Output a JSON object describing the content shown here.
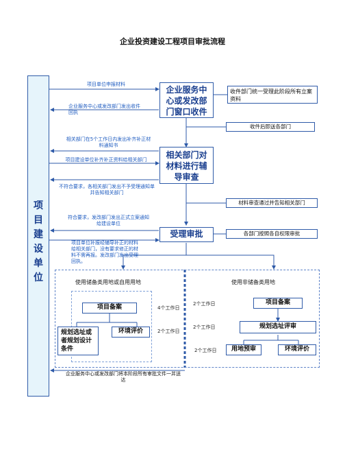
{
  "title": "企业投资建设工程项目审批流程",
  "left_column": {
    "chars": [
      "项",
      "目",
      "建",
      "设",
      "单",
      "位"
    ]
  },
  "main_boxes": {
    "service_center": "企业服务中心或发改部门窗口收件",
    "review": "相关部门对材料进行辅导审查",
    "accept": "受理审批"
  },
  "right_boxes": {
    "unified_accept": "收件部门统一受理此阶段所有立案资料",
    "forward": "收件后即送各部门",
    "notify": "材料审查通过并告知相关部门",
    "by_authority": "各部门按照各自权限审批"
  },
  "annotations": {
    "submit_materials": "项目单位申报材料",
    "receipt": "企业服务中心或发改部门发出收件回执",
    "supplement_notice": "相关部门在5个工作日内发出补齐补正材料通知书",
    "resubmit": "项目建设单位补齐补正资料给相关部门",
    "reject": "不符合要求，各相关部门发出不予受理通知单并告知相关部门",
    "accept_notice": "符合要求，发改部门发出正式立案通知给建设单位",
    "followup": "项目单位补报经辅导补正的材料给相关部门，没有要求修正的材料不需再报。发改部门发出受理回执。",
    "final": "企业服务中心或发改部门将本阶段所有审批文件一并送达"
  },
  "left_section": {
    "heading": "使用储备类用地或自用用地",
    "record": "项目备案",
    "planning": "规划选址或者规划设计条件",
    "env": "环境评价",
    "days1": "4个工作日",
    "days2": "2个工作日"
  },
  "right_section": {
    "heading": "使用非储备类用地",
    "record": "项目备案",
    "planning_review": "规划选址评审",
    "land_pre": "用地预审",
    "env": "环境评价",
    "days1": "2个工作日",
    "days2": "2个工作日",
    "days3": "2个工作日"
  }
}
